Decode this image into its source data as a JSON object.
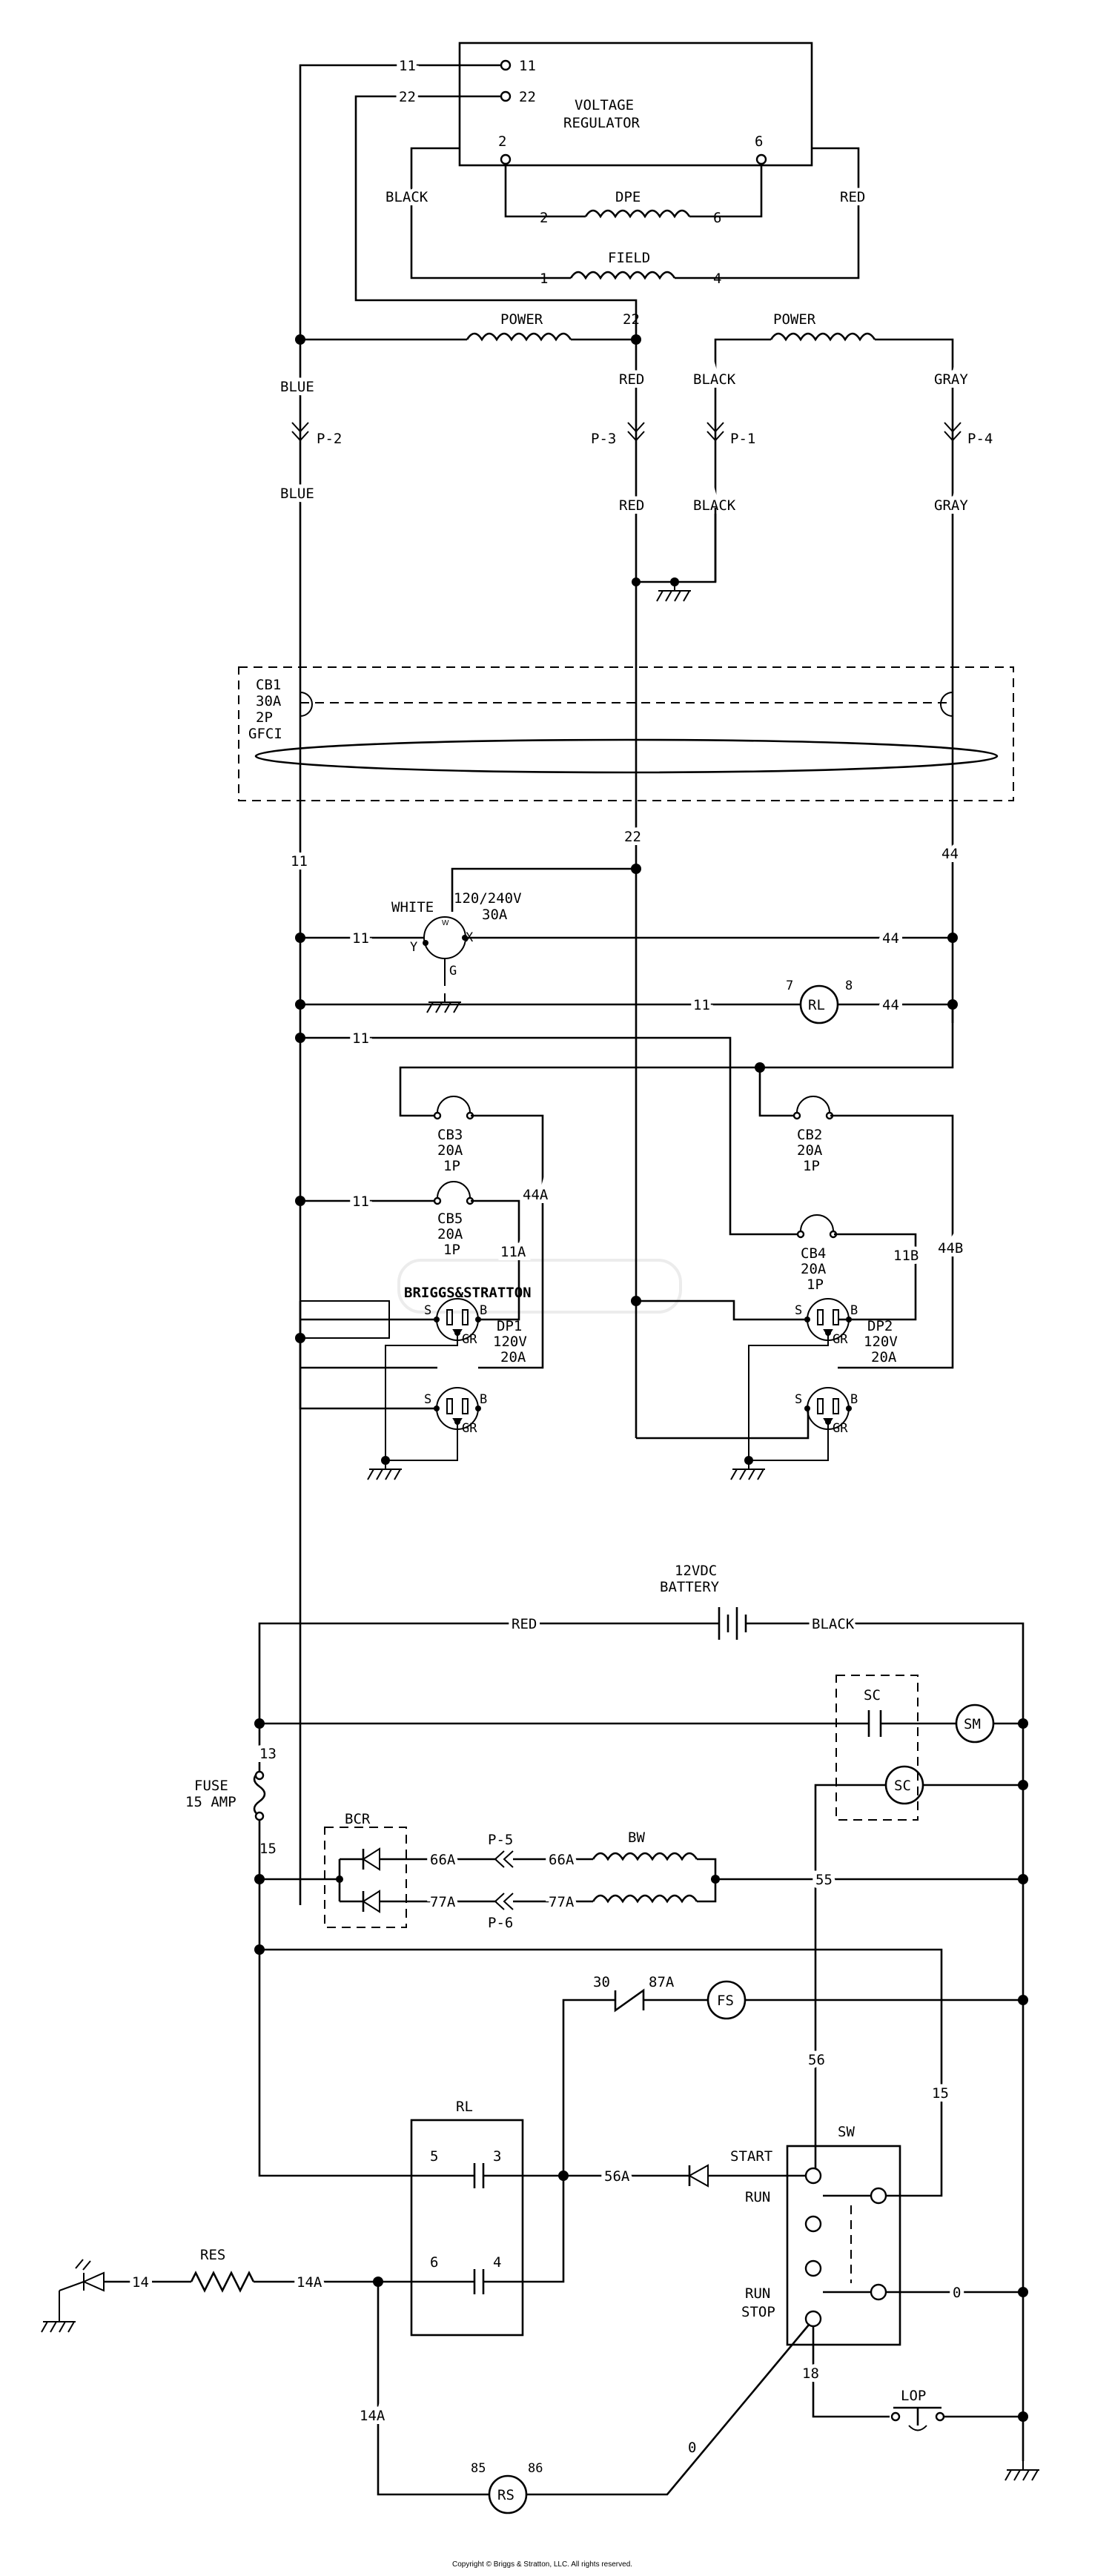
{
  "watermark": "BRIGGS&STRATTON",
  "copyright": "Copyright © Briggs & Stratton, LLC. All rights reserved.",
  "voltage_regulator": {
    "label_line1": "VOLTAGE",
    "label_line2": "REGULATOR",
    "terminal_11": "11",
    "terminal_22": "22",
    "terminal_2": "2",
    "terminal_6": "6"
  },
  "top_wiring": {
    "wire_11": "11",
    "wire_22": "22",
    "black": "BLACK",
    "red": "RED",
    "dpe_label": "DPE",
    "dpe_left": "2",
    "dpe_right": "6",
    "field_label": "FIELD",
    "field_left": "1",
    "field_right": "4",
    "power_left_label": "POWER",
    "power_right_label": "POWER",
    "node_22": "22"
  },
  "connectors": {
    "p2_label": "P-2",
    "p3_label": "P-3",
    "p1_label": "P-1",
    "p4_label": "P-4",
    "blue_top": "BLUE",
    "blue_bottom": "BLUE",
    "red_top": "RED",
    "red_bottom": "RED",
    "black_top": "BLACK",
    "black_bottom": "BLACK",
    "gray_top": "GRAY",
    "gray_bottom": "GRAY"
  },
  "cb1": {
    "line1": "CB1",
    "line2": "30A",
    "line3": "2P",
    "line4": "GFCI"
  },
  "outlet_section": {
    "wire_11_left": "11",
    "wire_22_mid": "22",
    "wire_44_right": "44",
    "receptacle_rating_1": "120/240V",
    "receptacle_rating_2": "30A",
    "white": "WHITE",
    "pin_y": "Y",
    "pin_x": "X",
    "pin_w": "W",
    "pin_g": "G",
    "row1_11": "11",
    "row1_44": "44",
    "row2_11": "11",
    "row2_44": "44",
    "rl_label": "RL",
    "rl_pin7": "7",
    "rl_pin8": "8",
    "row3_11": "11",
    "cb3": [
      "CB3",
      "20A",
      "1P"
    ],
    "cb2": [
      "CB2",
      "20A",
      "1P"
    ],
    "cb5": [
      "CB5",
      "20A",
      "1P"
    ],
    "cb4": [
      "CB4",
      "20A",
      "1P"
    ],
    "cb5_wire_11": "11",
    "wire_44a": "44A",
    "wire_11a": "11A",
    "wire_11b": "11B",
    "wire_44b": "44B",
    "dp1": [
      "DP1",
      "120V",
      "20A"
    ],
    "dp2": [
      "DP2",
      "120V",
      "20A"
    ],
    "pin_s": "S",
    "pin_b": "B",
    "pin_gr": "GR"
  },
  "dc_section": {
    "battery_line1": "12VDC",
    "battery_line2": "BATTERY",
    "red": "RED",
    "black": "BLACK",
    "fuse_line1": "FUSE",
    "fuse_line2": "15 AMP",
    "wire_13": "13",
    "wire_15": "15",
    "sc_contact": "SC",
    "sm": "SM",
    "sc_coil": "SC",
    "bcr": "BCR",
    "wire_66a_left": "66A",
    "wire_66a_right": "66A",
    "wire_77a_left": "77A",
    "wire_77a_right": "77A",
    "p5": "P-5",
    "p6": "P-6",
    "bw": "BW",
    "wire_55": "55",
    "wire_30": "30",
    "wire_87a": "87A",
    "fs": "FS",
    "wire_56": "56",
    "wire_15_right": "15",
    "rl": "RL",
    "rl_pin5": "5",
    "rl_pin3": "3",
    "rl_pin6": "6",
    "rl_pin4": "4",
    "wire_56a": "56A",
    "sw": "SW",
    "start": "START",
    "run_top": "RUN",
    "run_bottom": "RUN",
    "stop": "STOP",
    "wire_0_right": "0",
    "wire_14": "14",
    "res": "RES",
    "wire_14a_right": "14A",
    "wire_14a_down": "14A",
    "wire_18": "18",
    "lop": "LOP",
    "rs": "RS",
    "rs_pin85": "85",
    "rs_pin86": "86",
    "wire_0_bottom": "0"
  }
}
